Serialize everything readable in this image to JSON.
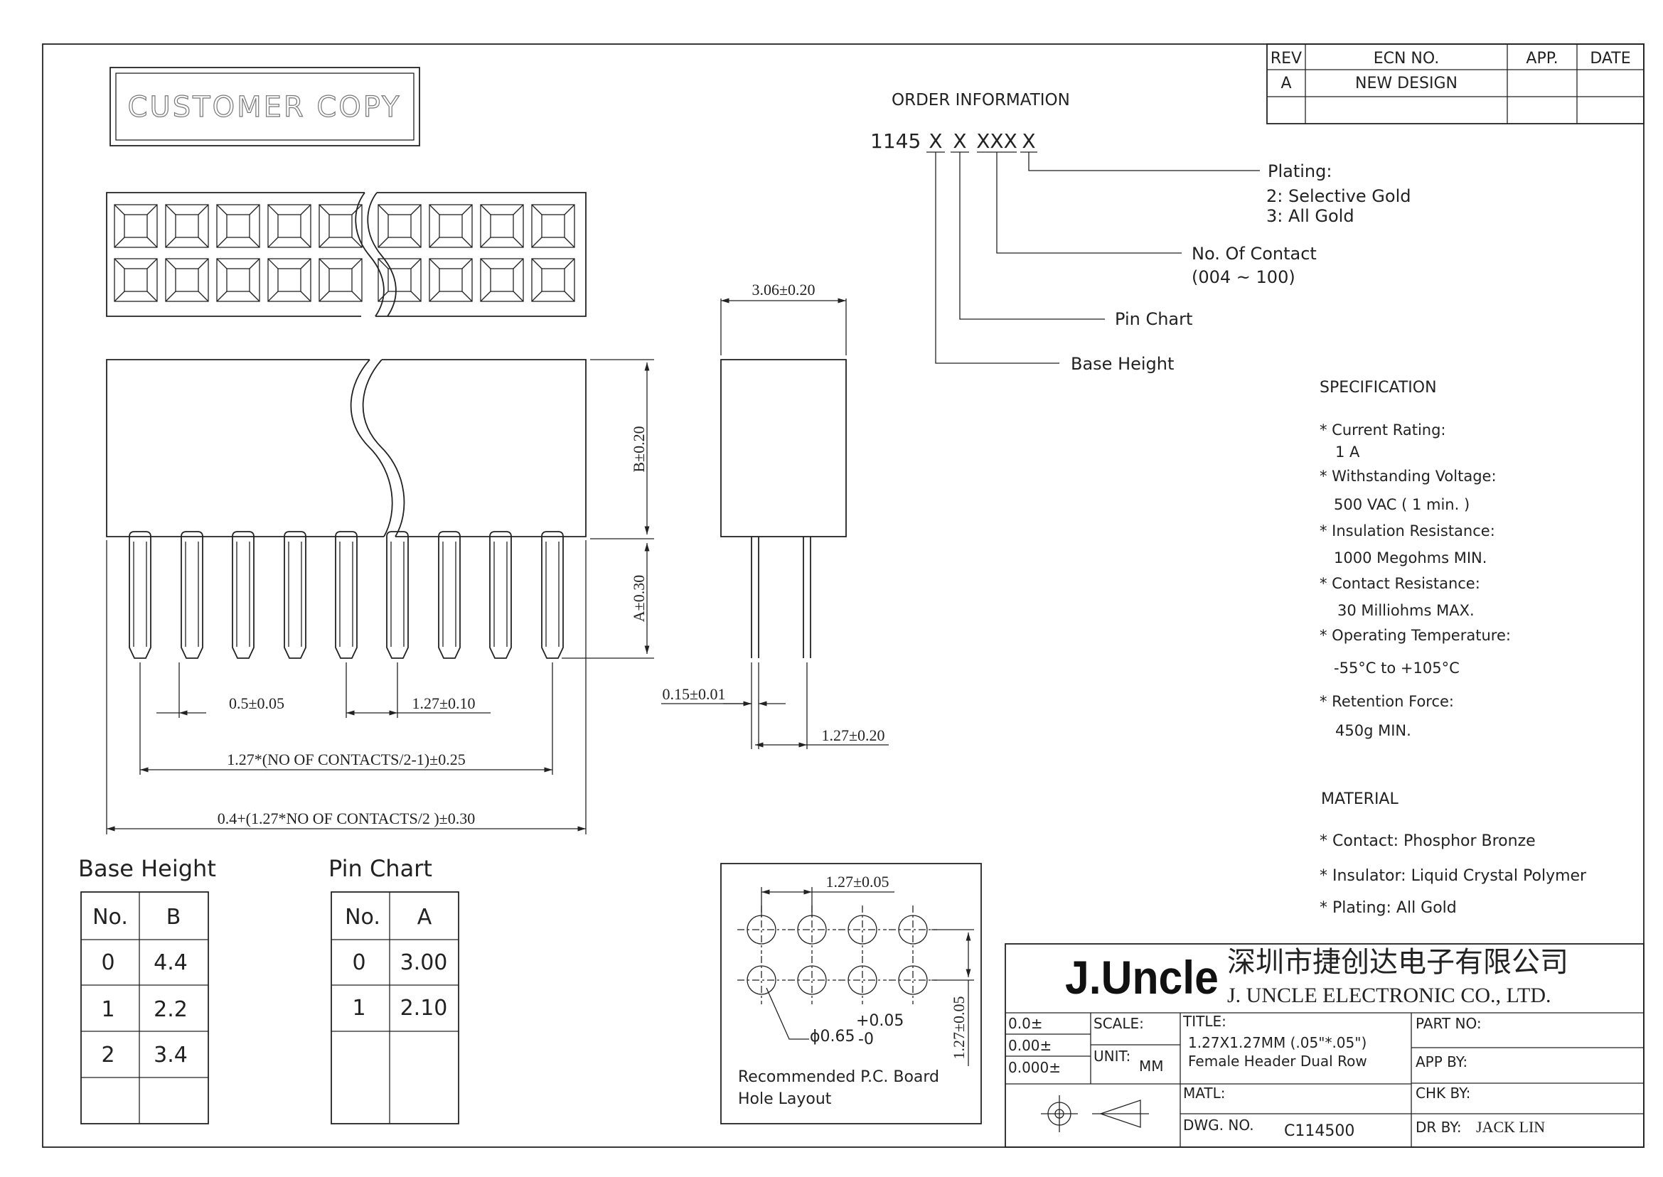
{
  "stamp": "CUSTOMER COPY",
  "revision_block": {
    "headers": [
      "REV",
      "ECN NO.",
      "APP.",
      "DATE"
    ],
    "rows": [
      [
        "A",
        "NEW DESIGN",
        "",
        ""
      ]
    ]
  },
  "order_info": {
    "title": "ORDER INFORMATION",
    "prefix": "1145",
    "codes": [
      "X",
      "X",
      "XXX",
      "X"
    ],
    "plating_label": "Plating:",
    "plating_opt1": "2: Selective Gold",
    "plating_opt2": "3: All Gold",
    "contacts_label": "No. Of Contact",
    "contacts_range": "(004 ~ 100)",
    "pin_chart_label": "Pin Chart",
    "base_height_label": "Base Height"
  },
  "specification": {
    "title": "SPECIFICATION",
    "items": [
      {
        "label": "* Current Rating:",
        "value": "1 A"
      },
      {
        "label": "* Withstanding Voltage:",
        "value": "500 VAC ( 1 min. )"
      },
      {
        "label": "* Insulation Resistance:",
        "value": "1000 Megohms MIN."
      },
      {
        "label": "* Contact Resistance:",
        "value": "30 Milliohms MAX."
      },
      {
        "label": "* Operating Temperature:",
        "value": "-55°C to +105°C"
      },
      {
        "label": "* Retention Force:",
        "value": "450g MIN."
      }
    ]
  },
  "material": {
    "title": "MATERIAL",
    "items": [
      "* Contact: Phosphor Bronze",
      "* Insulator: Liquid Crystal Polymer",
      "* Plating: All Gold"
    ]
  },
  "dimensions": {
    "side_width": "3.06±0.20",
    "b_height": "B±0.20",
    "a_height": "A±0.30",
    "pin_width": "0.5±0.05",
    "pitch": "1.27±0.10",
    "span": "1.27*(NO OF CONTACTS/2-1)±0.25",
    "overall": "0.4+(1.27*NO OF CONTACTS/2 )±0.30",
    "thickness": "0.15±0.01",
    "row_pitch": "1.27±0.20"
  },
  "base_height_table": {
    "title": "Base Height",
    "headers": [
      "No.",
      "B"
    ],
    "rows": [
      [
        "0",
        "4.4"
      ],
      [
        "1",
        "2.2"
      ],
      [
        "2",
        "3.4"
      ],
      [
        "",
        ""
      ]
    ]
  },
  "pin_chart_table": {
    "title": "Pin Chart",
    "headers": [
      "No.",
      "A"
    ],
    "rows": [
      [
        "0",
        "3.00"
      ],
      [
        "1",
        "2.10"
      ],
      [
        "",
        ""
      ]
    ]
  },
  "pcb_layout": {
    "pitch_h": "1.27±0.05",
    "pitch_v": "1.27±0.05",
    "hole_dia": "ϕ0.65",
    "tol_plus": "+0.05",
    "tol_minus": "-0",
    "caption_1": "Recommended P.C. Board",
    "caption_2": "Hole Layout"
  },
  "title_block": {
    "logo": "J.Uncle",
    "company_cn": "深圳市捷创达电子有限公司",
    "company_en": "J. UNCLE ELECTRONIC CO., LTD.",
    "tol_1": "0.0±",
    "tol_2": "0.00±",
    "tol_3": "0.000±",
    "scale_label": "SCALE:",
    "unit_label": "UNIT:",
    "unit_value": "MM",
    "title_label": "TITLE:",
    "title_line1": "1.27X1.27MM (.05\"*.05\")",
    "title_line2": "Female Header Dual Row",
    "matl_label": "MATL:",
    "dwg_label": "DWG. NO.",
    "dwg_value": "C114500",
    "part_label": "PART NO:",
    "app_label": "APP BY:",
    "chk_label": "CHK BY:",
    "dr_label": "DR BY:",
    "dr_value": "JACK LIN"
  }
}
